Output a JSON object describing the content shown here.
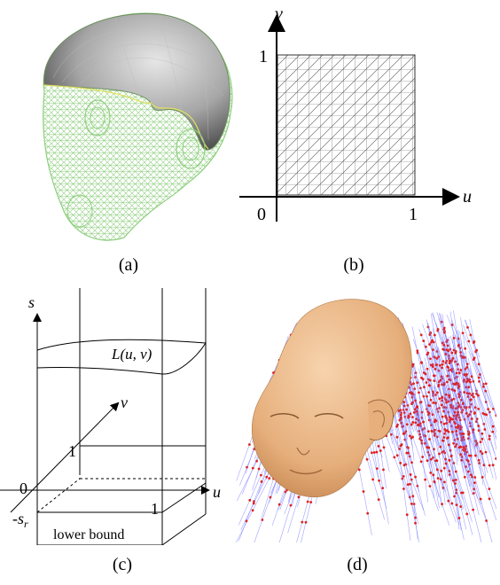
{
  "figure": {
    "panels": [
      {
        "caption": "(a)"
      },
      {
        "caption": "(b)",
        "axes": {
          "x_label": "u",
          "y_label": "v",
          "origin": "0",
          "x_tick": "1",
          "y_tick": "1"
        }
      },
      {
        "caption": "(c)",
        "axes": {
          "s_label": "s",
          "u_label": "u",
          "v_label": "v",
          "origin": "0",
          "u_tick": "1",
          "v_tick": "1",
          "neg_s": "-s",
          "neg_s_sub": "r"
        },
        "surface_label": "L(u, v)",
        "lower_bound_label": "lower bound"
      },
      {
        "caption": "(d)"
      }
    ],
    "colors": {
      "mesh_green": "#8fcf7f",
      "scalp_dark": "#5a5a5a",
      "scalp_light": "#d8d8d8",
      "skin": "#e9b98a",
      "strand_blue": "#7b7bff",
      "strand_red": "#e02020"
    }
  }
}
